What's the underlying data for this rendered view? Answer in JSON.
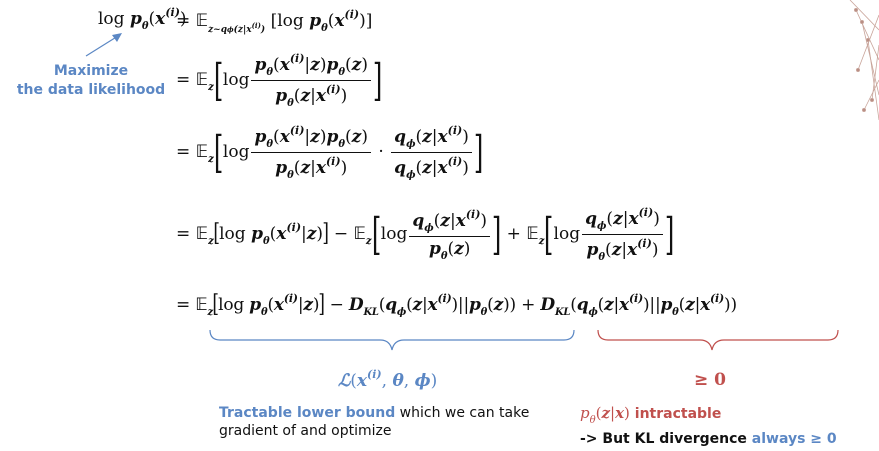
{
  "annotations": {
    "maximize_line1": "Maximize",
    "maximize_line2": "the data likelihood",
    "lower_bound_highlight": "Tractable lower bound",
    "lower_bound_rest_line1": " which we can take",
    "lower_bound_line2": "gradient of and optimize",
    "intractable_suffix": " intractable",
    "kl_prefix": "-> But KL divergence ",
    "kl_always": "always"
  },
  "colors": {
    "accent_blue": "#5b87c4",
    "accent_red": "#c0504d",
    "network_lines": "#c8a49a"
  }
}
